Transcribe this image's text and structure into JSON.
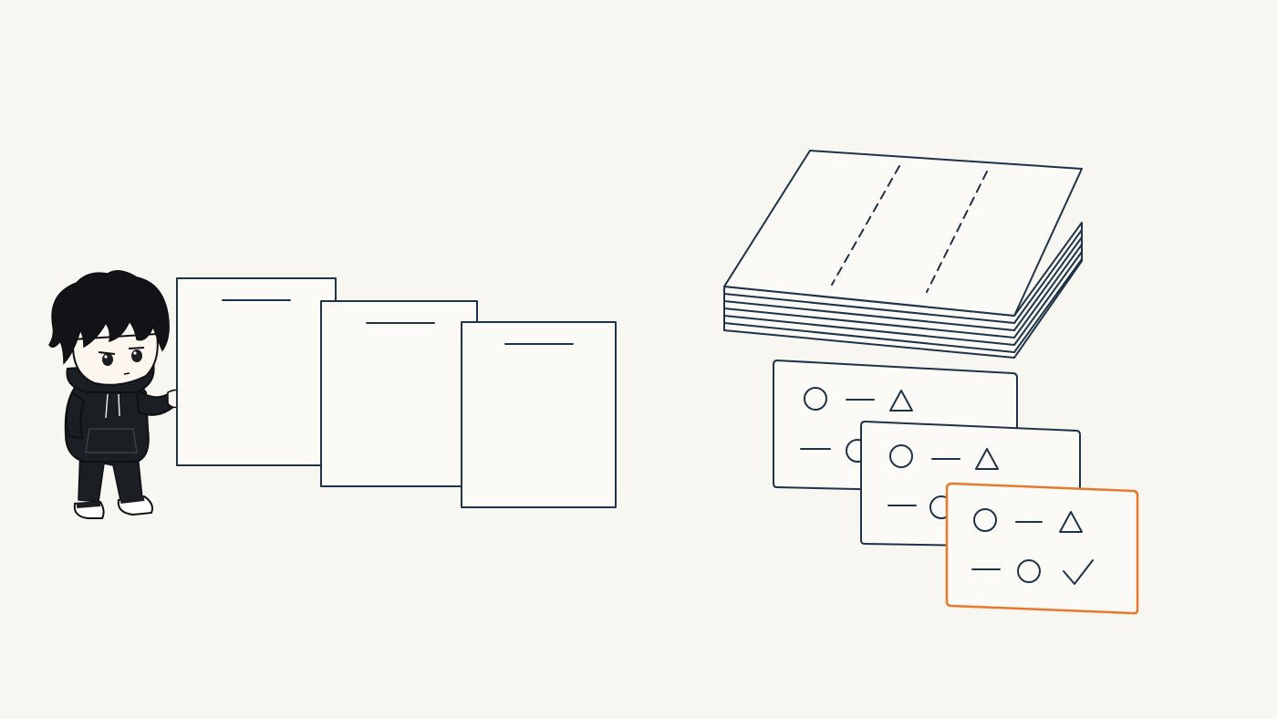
{
  "colors": {
    "background": "#f8f6f1",
    "ink": "#1d3347",
    "accent": "#e8792b",
    "character_clothes": "#1b1e22",
    "character_skin": "#fdf6ee",
    "card_fill": "#fbfaf6"
  },
  "illustration": {
    "character": "character-icon",
    "left_group": "document-pages",
    "right_group": [
      "sheet-stack-icon",
      "pattern-card-icon"
    ],
    "pattern_symbols": [
      "circle",
      "dash",
      "triangle",
      "check"
    ]
  }
}
